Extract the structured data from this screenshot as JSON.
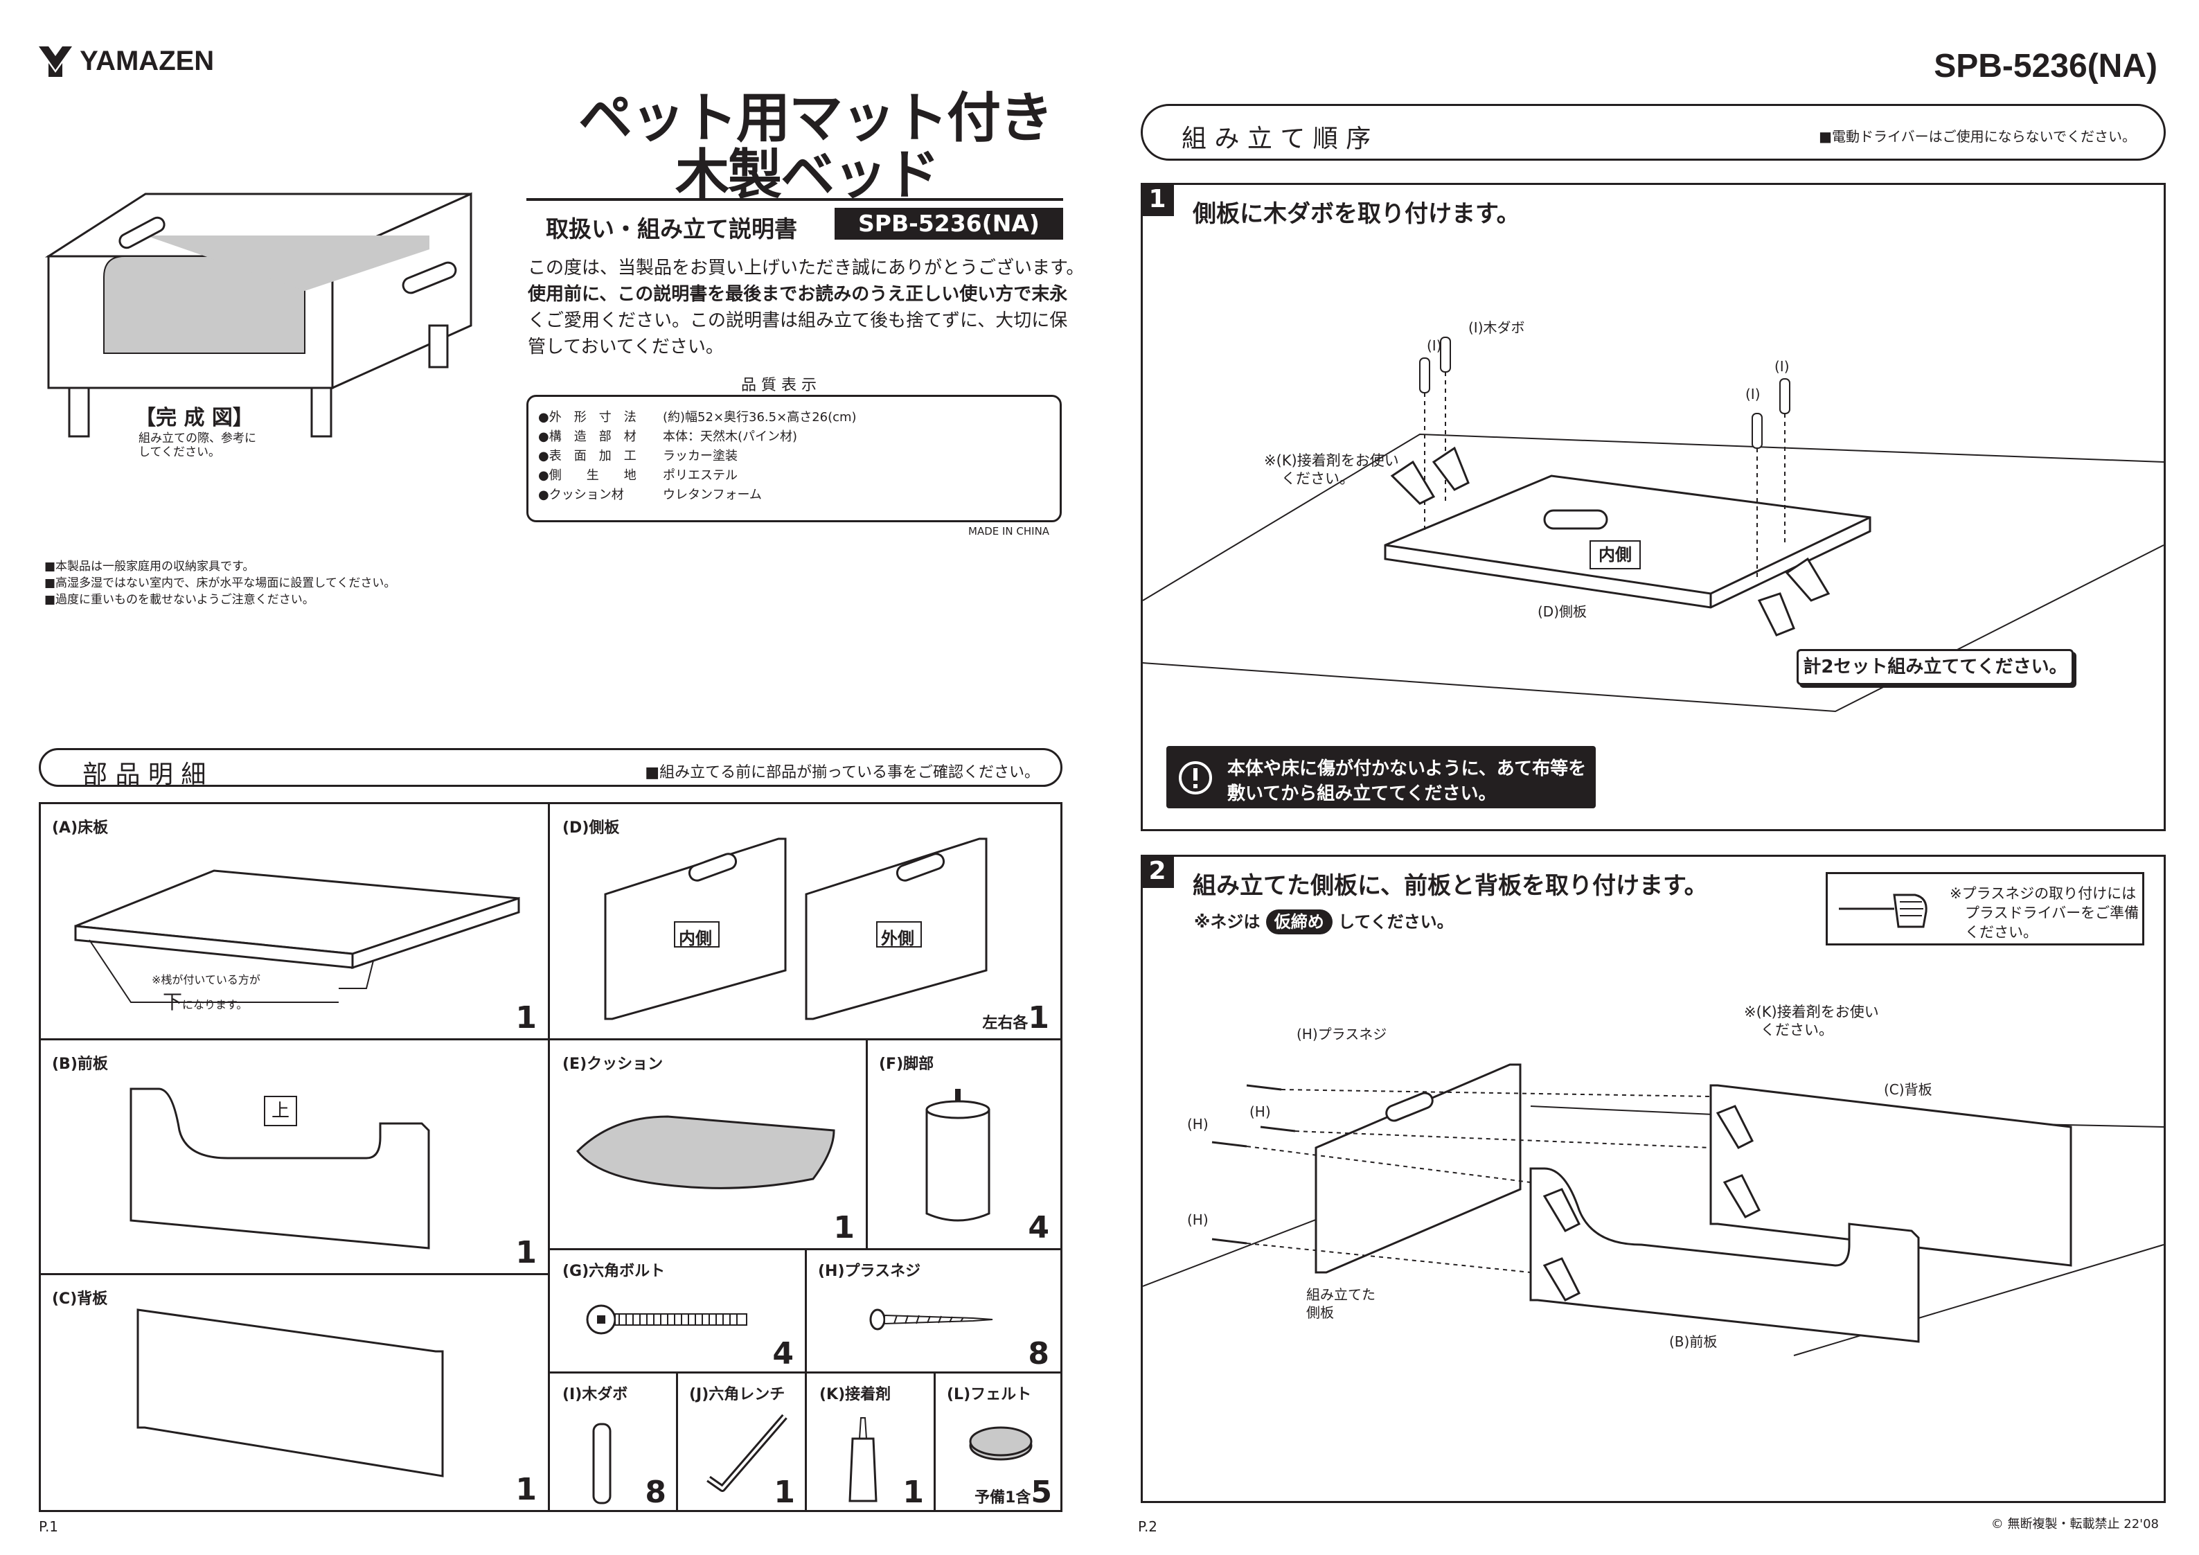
{
  "brand": "YAMAZEN",
  "model_header": "SPB-5236(NA)",
  "left": {
    "title_line1": "ペット用マット付き",
    "title_line2": "木製ベッド",
    "subtitle": "取扱い・組み立て説明書",
    "model_badge": "SPB-5236(NA)",
    "intro_1": "この度は、当製品をお買い上げいただき誠にありがとうございます。",
    "intro_2": "使用前に、この説明書を最後までお読みのうえ正しい使い方で末永",
    "intro_3": "くご愛用ください。この説明書は組み立て後も捨てずに、大切に保",
    "intro_4": "管しておいてください。",
    "quality_title": "品 質 表 示",
    "quality": [
      {
        "label": "●外　形　寸　法",
        "value": "(約)幅52×奥行36.5×高さ26(cm)"
      },
      {
        "label": "●構　造　部　材",
        "value": "本体：天然木(パイン材)"
      },
      {
        "label": "●表　面　加　工",
        "value": "ラッカー塗装"
      },
      {
        "label": "●側　　生　　地",
        "value": "ポリエステル"
      },
      {
        "label": "●クッション材",
        "value": "ウレタンフォーム"
      }
    ],
    "made_in": "MADE IN CHINA",
    "completed_label": "【完 成 図】",
    "completed_note_1": "組み立ての際、参考に",
    "completed_note_2": "してください。",
    "notices": [
      "■本製品は一般家庭用の収納家具です。",
      "■高湿多湿ではない室内で、床が水平な場面に設置してください。",
      "■過度に重いものを載せないようご注意ください。"
    ],
    "parts_section_title": "部 品 明 細",
    "parts_section_note": "■組み立てる前に部品が揃っている事をご確認ください。",
    "parts": {
      "A": {
        "label": "(A)床板",
        "qty": "1",
        "note_1": "※桟が付いている方が",
        "note_2_big": "下",
        "note_2": "になります。"
      },
      "B": {
        "label": "(B)前板",
        "qty": "1",
        "mark": "上"
      },
      "C": {
        "label": "(C)背板",
        "qty": "1"
      },
      "D": {
        "label": "(D)側板",
        "qty_prefix": "左右各",
        "qty": "1",
        "inner": "内側",
        "outer": "外側"
      },
      "E": {
        "label": "(E)クッション",
        "qty": "1"
      },
      "F": {
        "label": "(F)脚部",
        "qty": "4"
      },
      "G": {
        "label": "(G)六角ボルト",
        "qty": "4"
      },
      "H": {
        "label": "(H)プラスネジ",
        "qty": "8"
      },
      "I": {
        "label": "(I)木ダボ",
        "qty": "8"
      },
      "J": {
        "label": "(J)六角レンチ",
        "qty": "1"
      },
      "K": {
        "label": "(K)接着剤",
        "qty": "1"
      },
      "L": {
        "label": "(L)フェルト",
        "qty_prefix": "予備1含",
        "qty": "5"
      }
    },
    "page_no": "P.1"
  },
  "right": {
    "order_title": "組 み 立 て 順 序",
    "order_note": "■電動ドライバーはご使用にならないでください。",
    "step1": {
      "num": "1",
      "title": "側板に木ダボを取り付けます。",
      "dowel_label": "(I)木ダボ",
      "i_label": "(I)",
      "glue_note_1": "※(K)接着剤をお使い",
      "glue_note_2": "ください。",
      "inner": "内側",
      "side_label": "(D)側板",
      "sets_note": "計2セット組み立ててください。",
      "warning_1": "本体や床に傷が付かないように、あて布等を",
      "warning_2": "敷いてから組み立ててください。"
    },
    "step2": {
      "num": "2",
      "title": "組み立てた側板に、前板と背板を取り付けます。",
      "screw_note_pre": "※ネジは",
      "screw_note_badge": "仮締め",
      "screw_note_post": "してください。",
      "driver_note_1": "※プラスネジの取り付けには",
      "driver_note_2": "プラスドライバーをご準備",
      "driver_note_3": "ください。",
      "screw_label": "(H)プラスネジ",
      "h_label": "(H)",
      "glue_note_1": "※(K)接着剤をお使い",
      "glue_note_2": "ください。",
      "back_label": "(C)背板",
      "front_label": "(B)前板",
      "assembled_1": "組み立てた",
      "assembled_2": "側板"
    },
    "page_no": "P.2",
    "copyright": "© 無断複製・転載禁止 22'08"
  }
}
